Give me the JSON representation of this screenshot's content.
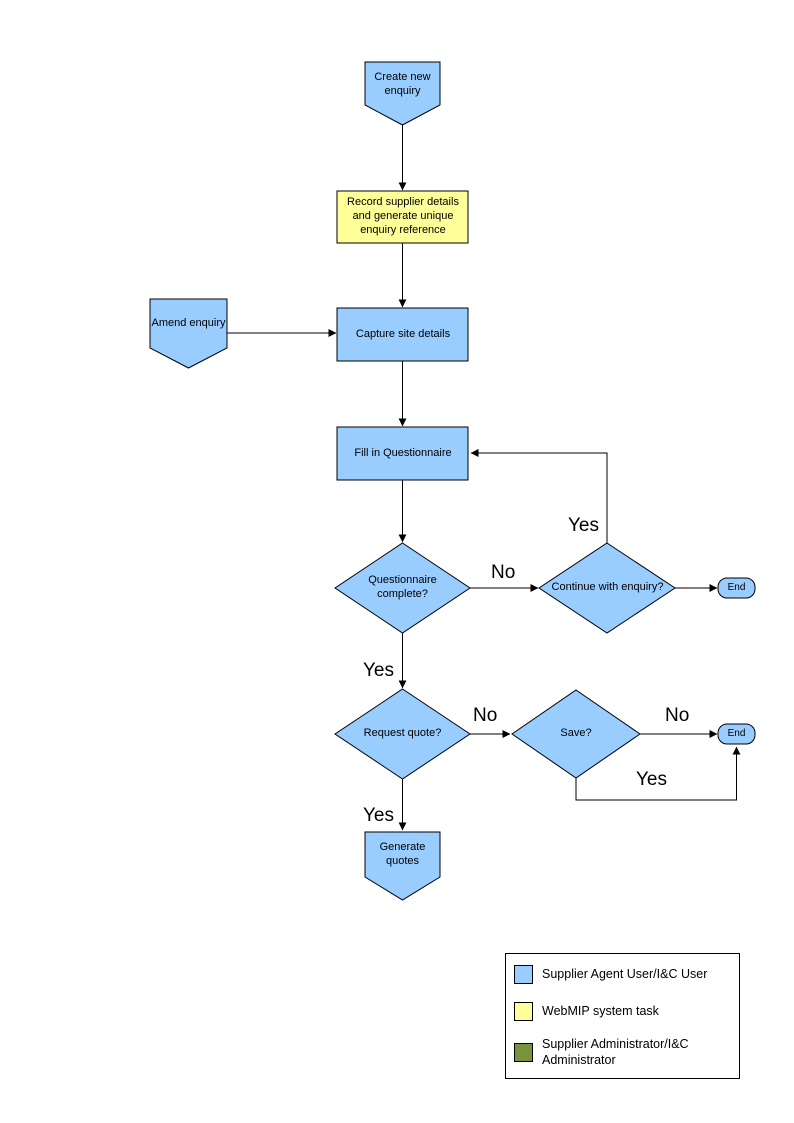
{
  "flowchart": {
    "nodes": {
      "create_new_enquiry": "Create new enquiry",
      "record_supplier_details": "Record supplier details and generate unique enquiry reference",
      "amend_enquiry": "Amend enquiry",
      "capture_site_details": "Capture site details",
      "fill_in_questionnaire": "Fill in Questionnaire",
      "questionnaire_complete": "Questionnaire complete?",
      "continue_with_enquiry": "Continue with enquiry?",
      "end_top": "End",
      "request_quote": "Request quote?",
      "save": "Save?",
      "end_right": "End",
      "generate_quotes": "Generate quotes"
    },
    "edge_labels": {
      "no_questionnaire": "No",
      "yes_continue": "Yes",
      "yes_questionnaire": "Yes",
      "no_request": "No",
      "no_save": "No",
      "yes_save": "Yes",
      "yes_request": "Yes"
    }
  },
  "legend": {
    "items": [
      {
        "label": "Supplier Agent User/I&C User",
        "color": "#99CCFF"
      },
      {
        "label": "WebMIP system task",
        "color": "#FFFF99"
      },
      {
        "label": "Supplier Administrator/I&C Administrator",
        "color": "#77933C"
      }
    ]
  },
  "colors": {
    "node_fill_blue": "#99CCFF",
    "node_fill_yellow": "#FFFF99",
    "stroke": "#000000"
  }
}
